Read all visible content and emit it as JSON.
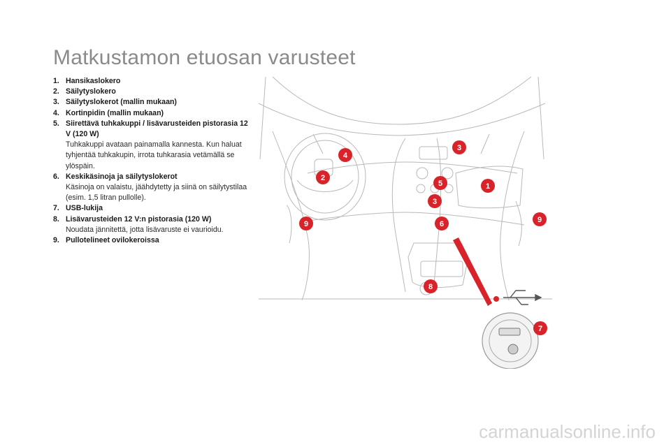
{
  "title": "Matkustamon etuosan varusteet",
  "items": [
    {
      "num": "1.",
      "label": "Hansikaslokero",
      "desc": ""
    },
    {
      "num": "2.",
      "label": "Säilytyslokero",
      "desc": ""
    },
    {
      "num": "3.",
      "label": "Säilytyslokerot (mallin mukaan)",
      "desc": ""
    },
    {
      "num": "4.",
      "label": "Kortinpidin (mallin mukaan)",
      "desc": ""
    },
    {
      "num": "5.",
      "label": "Siirettävä tuhkakuppi / lisävarusteiden pistorasia 12 V (120 W)",
      "desc": "Tuhkakuppi avataan painamalla kannesta. Kun haluat tyhjentää tuhkakupin, irrota tuhkarasia vetämällä se ylöspäin."
    },
    {
      "num": "6.",
      "label": "Keskikäsinoja ja säilytyslokerot",
      "desc": "Käsinoja on valaistu, jäähdytetty ja siinä on säilytystilaa (esim. 1,5 litran pullolle)."
    },
    {
      "num": "7.",
      "label": "USB-lukija",
      "desc": ""
    },
    {
      "num": "8.",
      "label": "Lisävarusteiden 12 V:n pistorasia (120 W)",
      "desc": "Noudata jännitettä, jotta lisävaruste ei vaurioidu."
    },
    {
      "num": "9.",
      "label": "Pullotelineet ovilokeroissa",
      "desc": ""
    }
  ],
  "callouts": [
    "1",
    "2",
    "3",
    "3",
    "4",
    "5",
    "6",
    "7",
    "8",
    "9",
    "9"
  ],
  "colors": {
    "callout": "#d9232a",
    "title": "#8a8a8a"
  },
  "watermark": "carmanualsonline.info"
}
